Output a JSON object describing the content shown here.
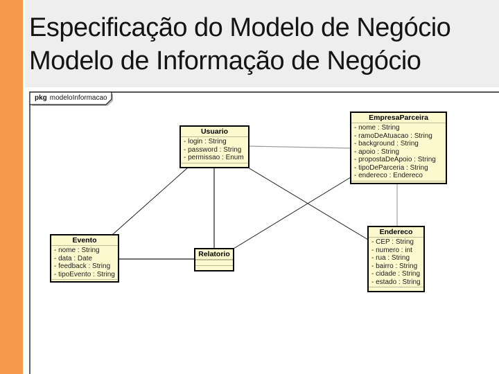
{
  "slide": {
    "title_line1": "Especificação do Modelo de Negócio",
    "title_line2": "Modelo de Informação de Negócio"
  },
  "colors": {
    "accent_bar": "#f5994d",
    "header_bg": "#eeeeee",
    "title_text": "#141414",
    "class_fill": "#fcf9ce",
    "class_border": "#000000",
    "compartment_separator": "#bdba97",
    "frame_border": "#1a1a1a",
    "association": "#1a1a1a",
    "association_light": "#c6c6c6"
  },
  "diagram": {
    "frame": {
      "keyword": "pkg",
      "name": "modeloInformacao"
    },
    "classes": {
      "usuario": {
        "name": "Usuario",
        "attributes": [
          "- login : String",
          "- password : String",
          "- permissao : Enum"
        ]
      },
      "empresaParceira": {
        "name": "EmpresaParceira",
        "attributes": [
          "- nome : String",
          "- ramoDeAtuacao : String",
          "- background : String",
          "- apoio : String",
          "- propostaDeApoio : String",
          "- tipoDeParceria : String",
          "- endereco : Endereco"
        ]
      },
      "evento": {
        "name": "Evento",
        "attributes": [
          "- nome : String",
          "- data : Date",
          "- feedback : String",
          "- tipoEvento : String"
        ]
      },
      "relatorio": {
        "name": "Relatorio",
        "attributes": []
      },
      "endereco": {
        "name": "Endereco",
        "attributes": [
          "- CEP : String",
          "- numero : int",
          "- rua : String",
          "- bairro : String",
          "- cidade : String",
          "- estado : String"
        ]
      }
    },
    "relationships": [
      {
        "from": "Usuario",
        "to": "EmpresaParceira",
        "type": "association"
      },
      {
        "from": "Usuario",
        "to": "Relatorio",
        "type": "association"
      },
      {
        "from": "Usuario",
        "to": "Evento",
        "type": "association"
      },
      {
        "from": "Usuario",
        "to": "Endereco",
        "type": "association"
      },
      {
        "from": "EmpresaParceira",
        "to": "Relatorio",
        "type": "association"
      },
      {
        "from": "EmpresaParceira",
        "to": "Endereco",
        "type": "association"
      },
      {
        "from": "Evento",
        "to": "Relatorio",
        "type": "association"
      }
    ]
  }
}
